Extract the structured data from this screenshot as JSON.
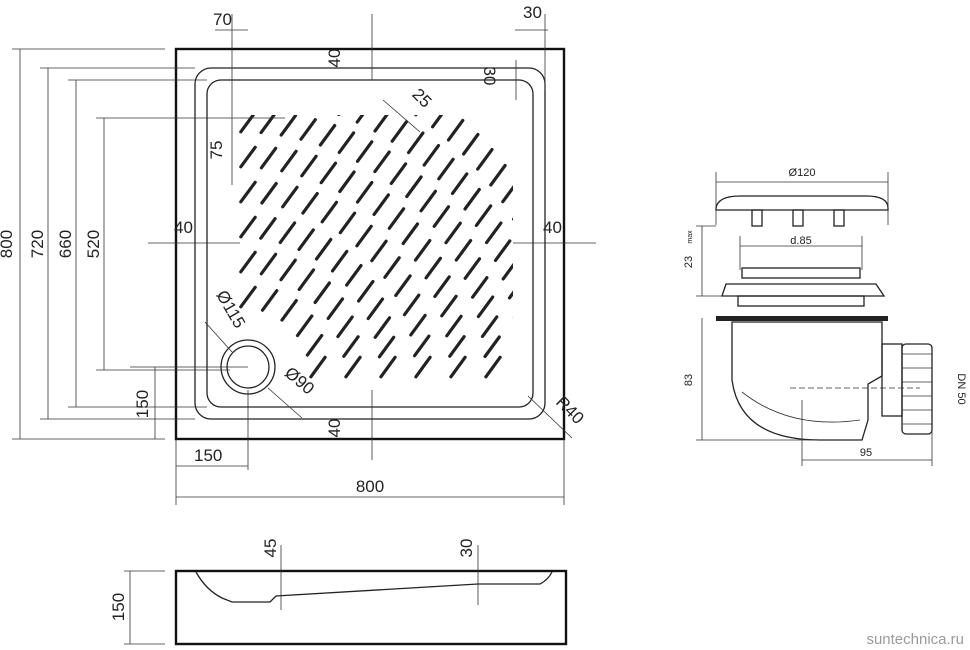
{
  "plan_view": {
    "top_70": "70",
    "top_30": "30",
    "top_40": "40",
    "inner_30": "30",
    "drain_25": "25",
    "dim_75": "75",
    "left_40": "40",
    "right_40": "40",
    "bottom_40": "40",
    "dia_115": "Ø115",
    "dia_90": "Ø90",
    "radius_40": "R40",
    "left_800": "800",
    "left_720": "720",
    "left_660": "660",
    "left_520": "520",
    "left_150": "150",
    "bottom_150": "150",
    "bottom_800": "800"
  },
  "section_view": {
    "dim_45": "45",
    "dim_30": "30",
    "height_150": "150"
  },
  "siphon": {
    "cap_dia": "Ø120",
    "d85": "d.85",
    "height_23": "23",
    "max_label": "max",
    "height_83": "83",
    "pipe_dn": "DN 50",
    "width_95": "95"
  },
  "watermark": "suntechnica.ru"
}
